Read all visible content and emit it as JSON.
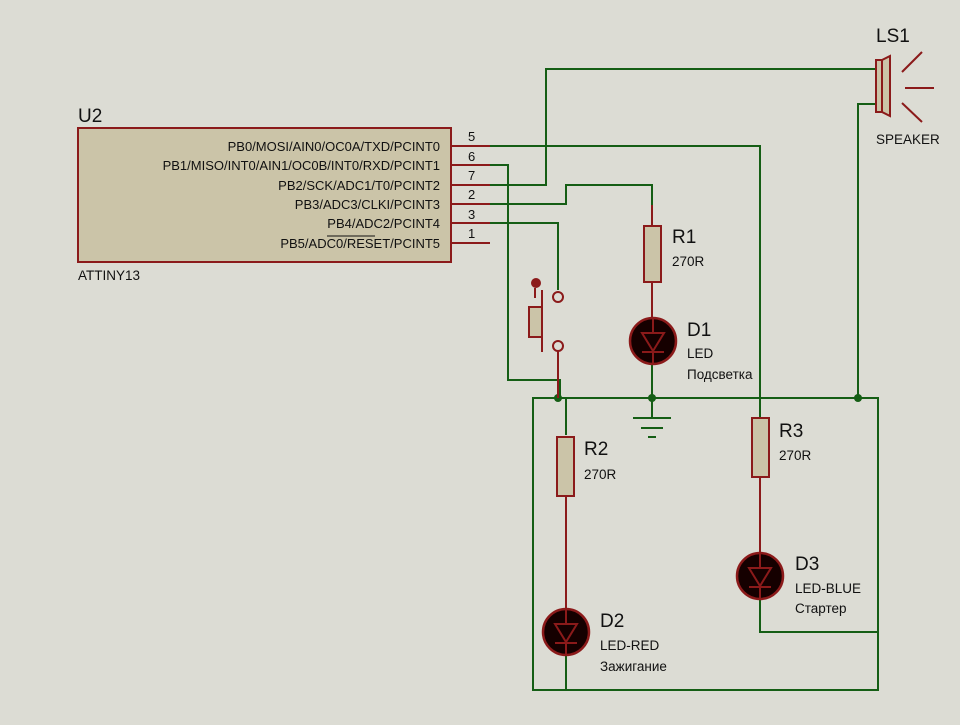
{
  "chip": {
    "ref": "U2",
    "part": "ATTINY13",
    "pins": [
      {
        "name": "PB0/MOSI/AIN0/OC0A/TXD/PCINT0",
        "num": "5"
      },
      {
        "name": "PB1/MISO/INT0/AIN1/OC0B/INT0/RXD/PCINT1",
        "num": "6"
      },
      {
        "name": "PB2/SCK/ADC1/T0/PCINT2",
        "num": "7"
      },
      {
        "name": "PB3/ADC3/CLKI/PCINT3",
        "num": "2"
      },
      {
        "name": "PB4/ADC2/PCINT4",
        "num": "3"
      },
      {
        "name": "PB5/ADC0/RESET/PCINT5",
        "num": "1"
      }
    ]
  },
  "speaker": {
    "ref": "LS1",
    "part": "SPEAKER"
  },
  "r1": {
    "ref": "R1",
    "value": "270R"
  },
  "r2": {
    "ref": "R2",
    "value": "270R"
  },
  "r3": {
    "ref": "R3",
    "value": "270R"
  },
  "d1": {
    "ref": "D1",
    "part": "LED",
    "note": "Подсветка"
  },
  "d2": {
    "ref": "D2",
    "part": "LED-RED",
    "note": "Зажигание"
  },
  "d3": {
    "ref": "D3",
    "part": "LED-BLUE",
    "note": "Стартер"
  }
}
